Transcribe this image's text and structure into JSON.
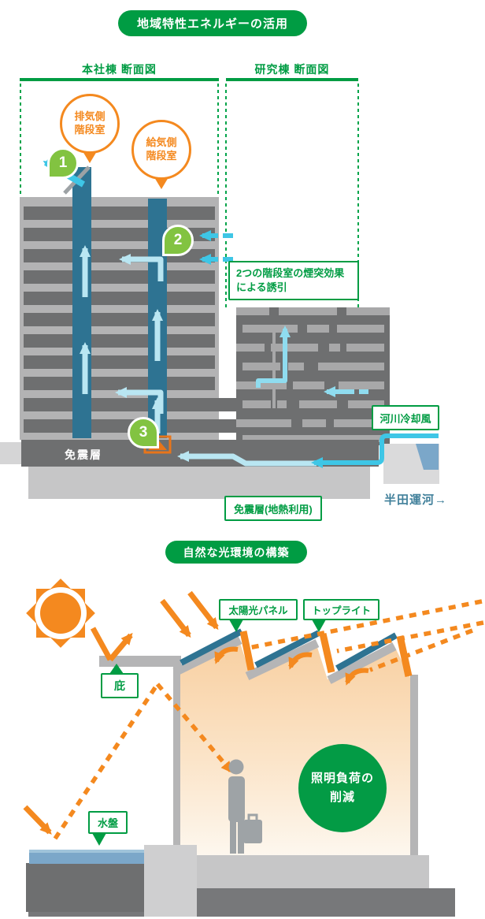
{
  "colors": {
    "green": "#009C43",
    "marker_green": "#82C341",
    "orange": "#F4891F",
    "teal_shaft": "#2E7392",
    "cyan_bright": "#3EC6E6",
    "cyan_pale": "#B9E6F2",
    "cyan_mid": "#8FDCEF",
    "water_blue": "#7BA7C9",
    "canal_text": "#41809B"
  },
  "diagram1": {
    "title": "地域特性エネルギーの活用",
    "section_left": "本社棟 断面図",
    "section_right": "研究棟 断面図",
    "bubble_exhaust": "排気側\n階段室",
    "bubble_supply": "給気側\n階段室",
    "marker_1": "1",
    "marker_2": "2",
    "marker_3": "3",
    "chimney_note": "2つの階段室の煙突効果\nによる誘引",
    "river_wind": "河川冷却風",
    "seismic_layer": "免震層",
    "seismic_geo": "免震層(地熱利用)",
    "canal": "半田運河→"
  },
  "diagram2": {
    "title": "自然な光環境の構築",
    "solar_panel": "太陽光パネル",
    "toplight": "トップライト",
    "eave": "庇",
    "water_basin": "水盤",
    "lighting_reduction": "照明負荷の\n削減"
  }
}
